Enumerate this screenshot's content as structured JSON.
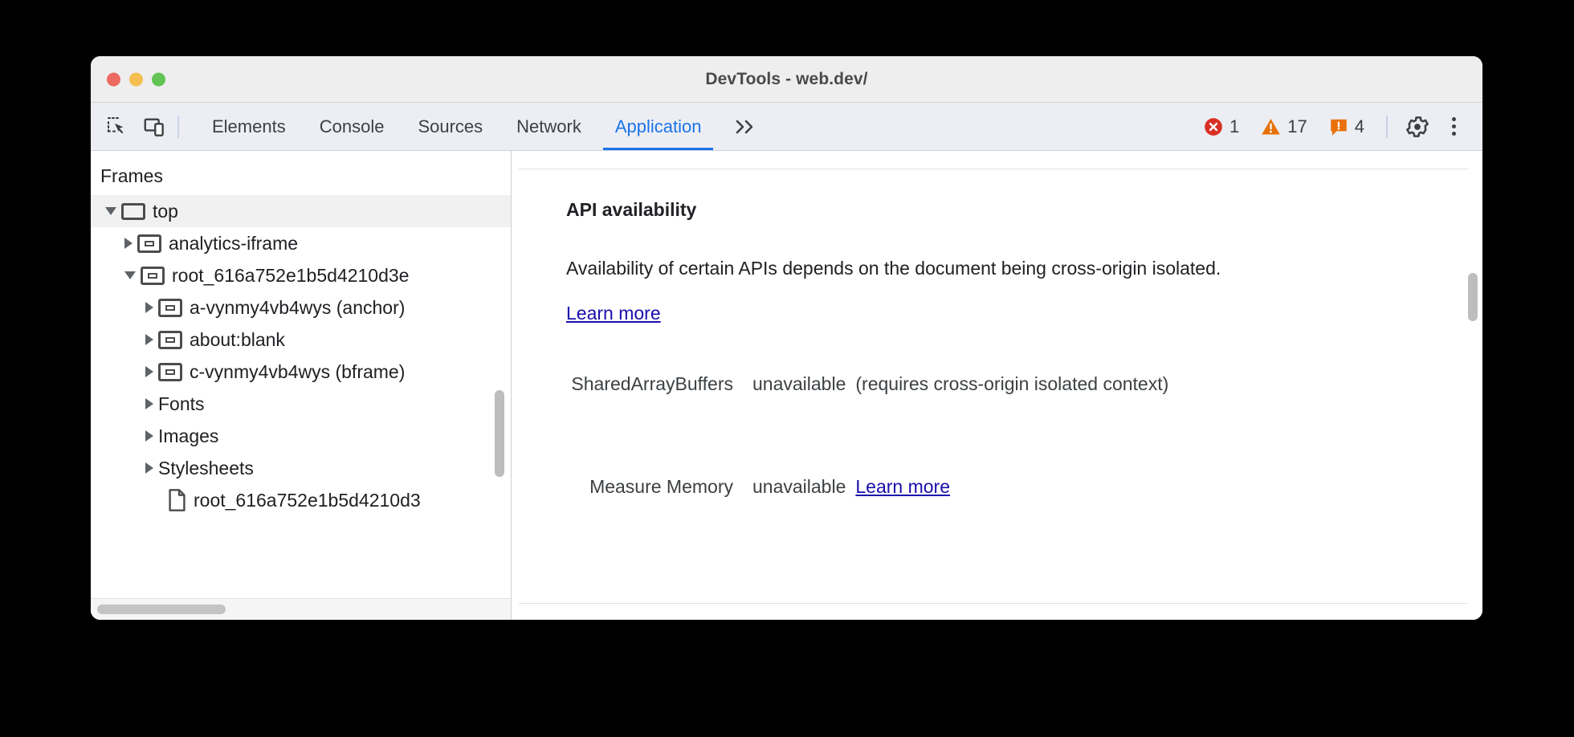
{
  "window": {
    "title": "DevTools - web.dev/",
    "traffic_lights": [
      "close",
      "minimize",
      "zoom"
    ]
  },
  "toolbar": {
    "inspect_icon": "inspect-element-icon",
    "device_icon": "device-toolbar-icon",
    "tabs": [
      {
        "label": "Elements",
        "active": false
      },
      {
        "label": "Console",
        "active": false
      },
      {
        "label": "Sources",
        "active": false
      },
      {
        "label": "Network",
        "active": false
      },
      {
        "label": "Application",
        "active": true
      }
    ],
    "overflow_label": "»",
    "counters": [
      {
        "kind": "error",
        "icon": "error-icon",
        "count": "1",
        "color": "#d93025"
      },
      {
        "kind": "warning",
        "icon": "warning-icon",
        "count": "17",
        "color": "#e8710a"
      },
      {
        "kind": "issue",
        "icon": "issue-icon",
        "count": "4",
        "color": "#e8710a"
      }
    ],
    "settings_icon": "gear-icon",
    "more_icon": "more-vertical-icon"
  },
  "sidebar": {
    "title": "Frames",
    "tree": [
      {
        "label": "top",
        "icon": "frame-icon",
        "caret": "down",
        "indent": 0,
        "selected": true
      },
      {
        "label": "analytics-iframe",
        "icon": "iframe-icon",
        "caret": "right",
        "indent": 1,
        "selected": false
      },
      {
        "label": "root_616a752e1b5d4210d3e",
        "icon": "iframe-icon",
        "caret": "down",
        "indent": 1,
        "selected": false
      },
      {
        "label": "a-vynmy4vb4wys (anchor)",
        "icon": "iframe-icon",
        "caret": "right",
        "indent": 2,
        "selected": false
      },
      {
        "label": "about:blank",
        "icon": "iframe-icon",
        "caret": "right",
        "indent": 2,
        "selected": false
      },
      {
        "label": "c-vynmy4vb4wys (bframe)",
        "icon": "iframe-icon",
        "caret": "right",
        "indent": 2,
        "selected": false
      },
      {
        "label": "Fonts",
        "icon": "none",
        "caret": "right",
        "indent": 1,
        "selected": false
      },
      {
        "label": "Images",
        "icon": "none",
        "caret": "right",
        "indent": 1,
        "selected": false
      },
      {
        "label": "Stylesheets",
        "icon": "none",
        "caret": "right",
        "indent": 1,
        "selected": false
      },
      {
        "label": "root_616a752e1b5d4210d3",
        "icon": "document-icon",
        "caret": "none",
        "indent": 2,
        "selected": false
      }
    ]
  },
  "content": {
    "section_title": "API availability",
    "description_before": "Availability of certain APIs depends on the document being cross-origin isolated. ",
    "description_link": "Learn more",
    "api_rows": [
      {
        "name": "SharedArrayBuffers",
        "value": "unavailable",
        "note": "(requires cross-origin isolated context)",
        "link": ""
      },
      {
        "name": "Measure Memory",
        "value": "unavailable",
        "note": "",
        "link": "Learn more"
      }
    ]
  }
}
